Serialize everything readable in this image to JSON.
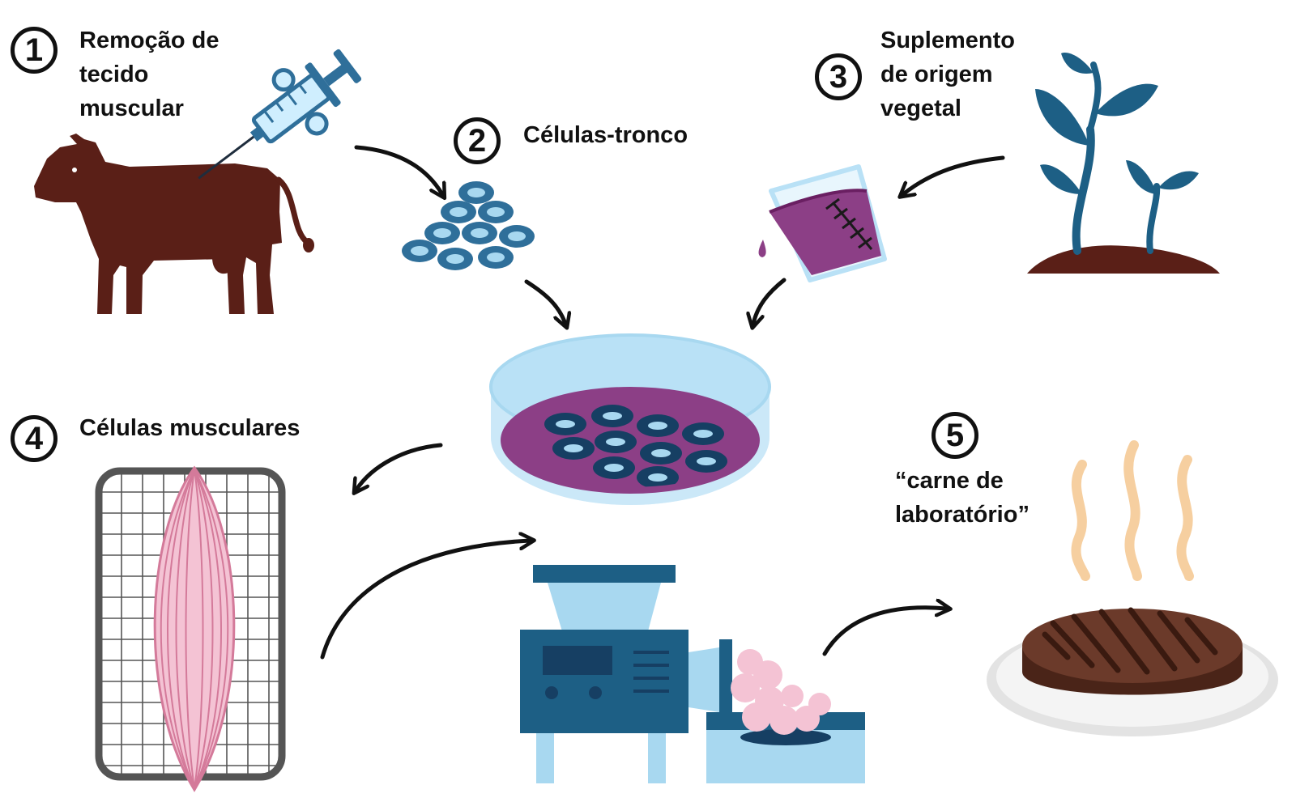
{
  "steps": [
    {
      "number": "1",
      "lines": [
        "Remoção de",
        "tecido",
        "muscular"
      ]
    },
    {
      "number": "2",
      "lines": [
        "Células-tronco"
      ]
    },
    {
      "number": "3",
      "lines": [
        "Suplemento",
        "de origem",
        "vegetal"
      ]
    },
    {
      "number": "4",
      "lines": [
        "Células musculares"
      ]
    },
    {
      "number": "5",
      "lines": [
        "“carne de",
        "laboratório”"
      ]
    }
  ],
  "colors": {
    "cow": "#5a1f17",
    "navy": "#163f63",
    "steel_blue": "#2f6f9a",
    "light_blue": "#a8d8f0",
    "dish_blue": "#b9e1f6",
    "purple_medium": "#8c3f86",
    "muscle_pink": "#f4c3d4",
    "muscle_line": "#d47a9a",
    "grid_gray": "#444444",
    "meat": "#6b3a2a",
    "steam": "#f6cfa0",
    "soil": "#5a1f17",
    "plant": "#1d5f85",
    "arrow": "#111111"
  },
  "icons": [
    "cow-icon",
    "syringe-icon",
    "stem-cells-icon",
    "beaker-icon",
    "plant-icon",
    "petri-dish-icon",
    "muscle-grid-icon",
    "meat-grinder-icon",
    "burger-patty-icon",
    "steam-icon",
    "arrow-icon"
  ]
}
